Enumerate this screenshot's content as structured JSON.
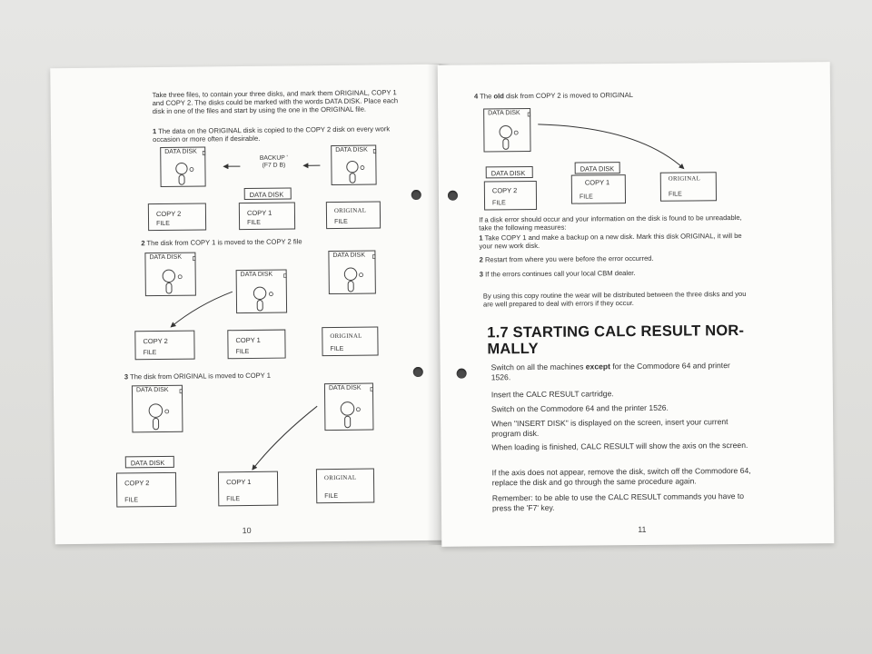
{
  "left_page": {
    "intro": "Take three files, to contain your three disks, and mark them ORIGINAL, COPY 1 and COPY 2. The disks could be marked with the words DATA DISK. Place each disk in one of the files and start by using the one in the ORIGINAL file.",
    "step1_num": "1",
    "step1_text": "The data on the ORIGINAL disk is copied to the COPY 2 disk on every work occasion or more often if desirable.",
    "backup_label": "BACKUP '",
    "backup_keys": "(F7 D B)",
    "step2_num": "2",
    "step2_text": "The disk from COPY 1 is moved to the COPY 2 file",
    "step3_num": "3",
    "step3_text": "The disk from ORIGINAL is moved to COPY 1",
    "page_number": "10"
  },
  "right_page": {
    "step4_num": "4",
    "step4_pre": "The",
    "step4_bold": "old",
    "step4_post": "disk from COPY 2 is moved to ORIGINAL",
    "error_intro": "If a disk error should occur and your information on the disk is found to be unreadable, take the following measures:",
    "measures": [
      {
        "num": "1",
        "text": "Take COPY 1 and make a backup on a new disk. Mark this disk ORIGINAL, it will be your new work disk."
      },
      {
        "num": "2",
        "text": "Restart from where you were before the error occurred."
      },
      {
        "num": "3",
        "text": "If the errors continues call your local CBM dealer."
      }
    ],
    "summary": "By using this copy routine the wear will be distributed between the three disks and you are well prepared to deal with errors if they occur.",
    "heading": "1.7 STARTING CALC RESULT NOR-MALLY",
    "instr1_pre": "Switch on all the machines",
    "instr1_bold": "except",
    "instr1_post": "for the Commodore 64 and printer 1526.",
    "instructions": [
      "Insert the CALC RESULT cartridge.",
      "Switch on the Commodore 64 and the printer 1526.",
      "When \"INSERT DISK\" is displayed on the screen, insert your current program disk.",
      "When loading is finished, CALC RESULT will show the axis on the screen.",
      "If the axis does not appear, remove the disk, switch off the Commodore 64, replace the disk and go through the same procedure again.",
      "Remember: to be able to use the CALC RESULT commands you have to press the 'F7' key."
    ],
    "page_number": "11"
  },
  "labels": {
    "data_disk": "DATA DISK",
    "copy2": "COPY 2",
    "copy1": "COPY 1",
    "original": "ORIGINAL",
    "file": "FILE"
  }
}
